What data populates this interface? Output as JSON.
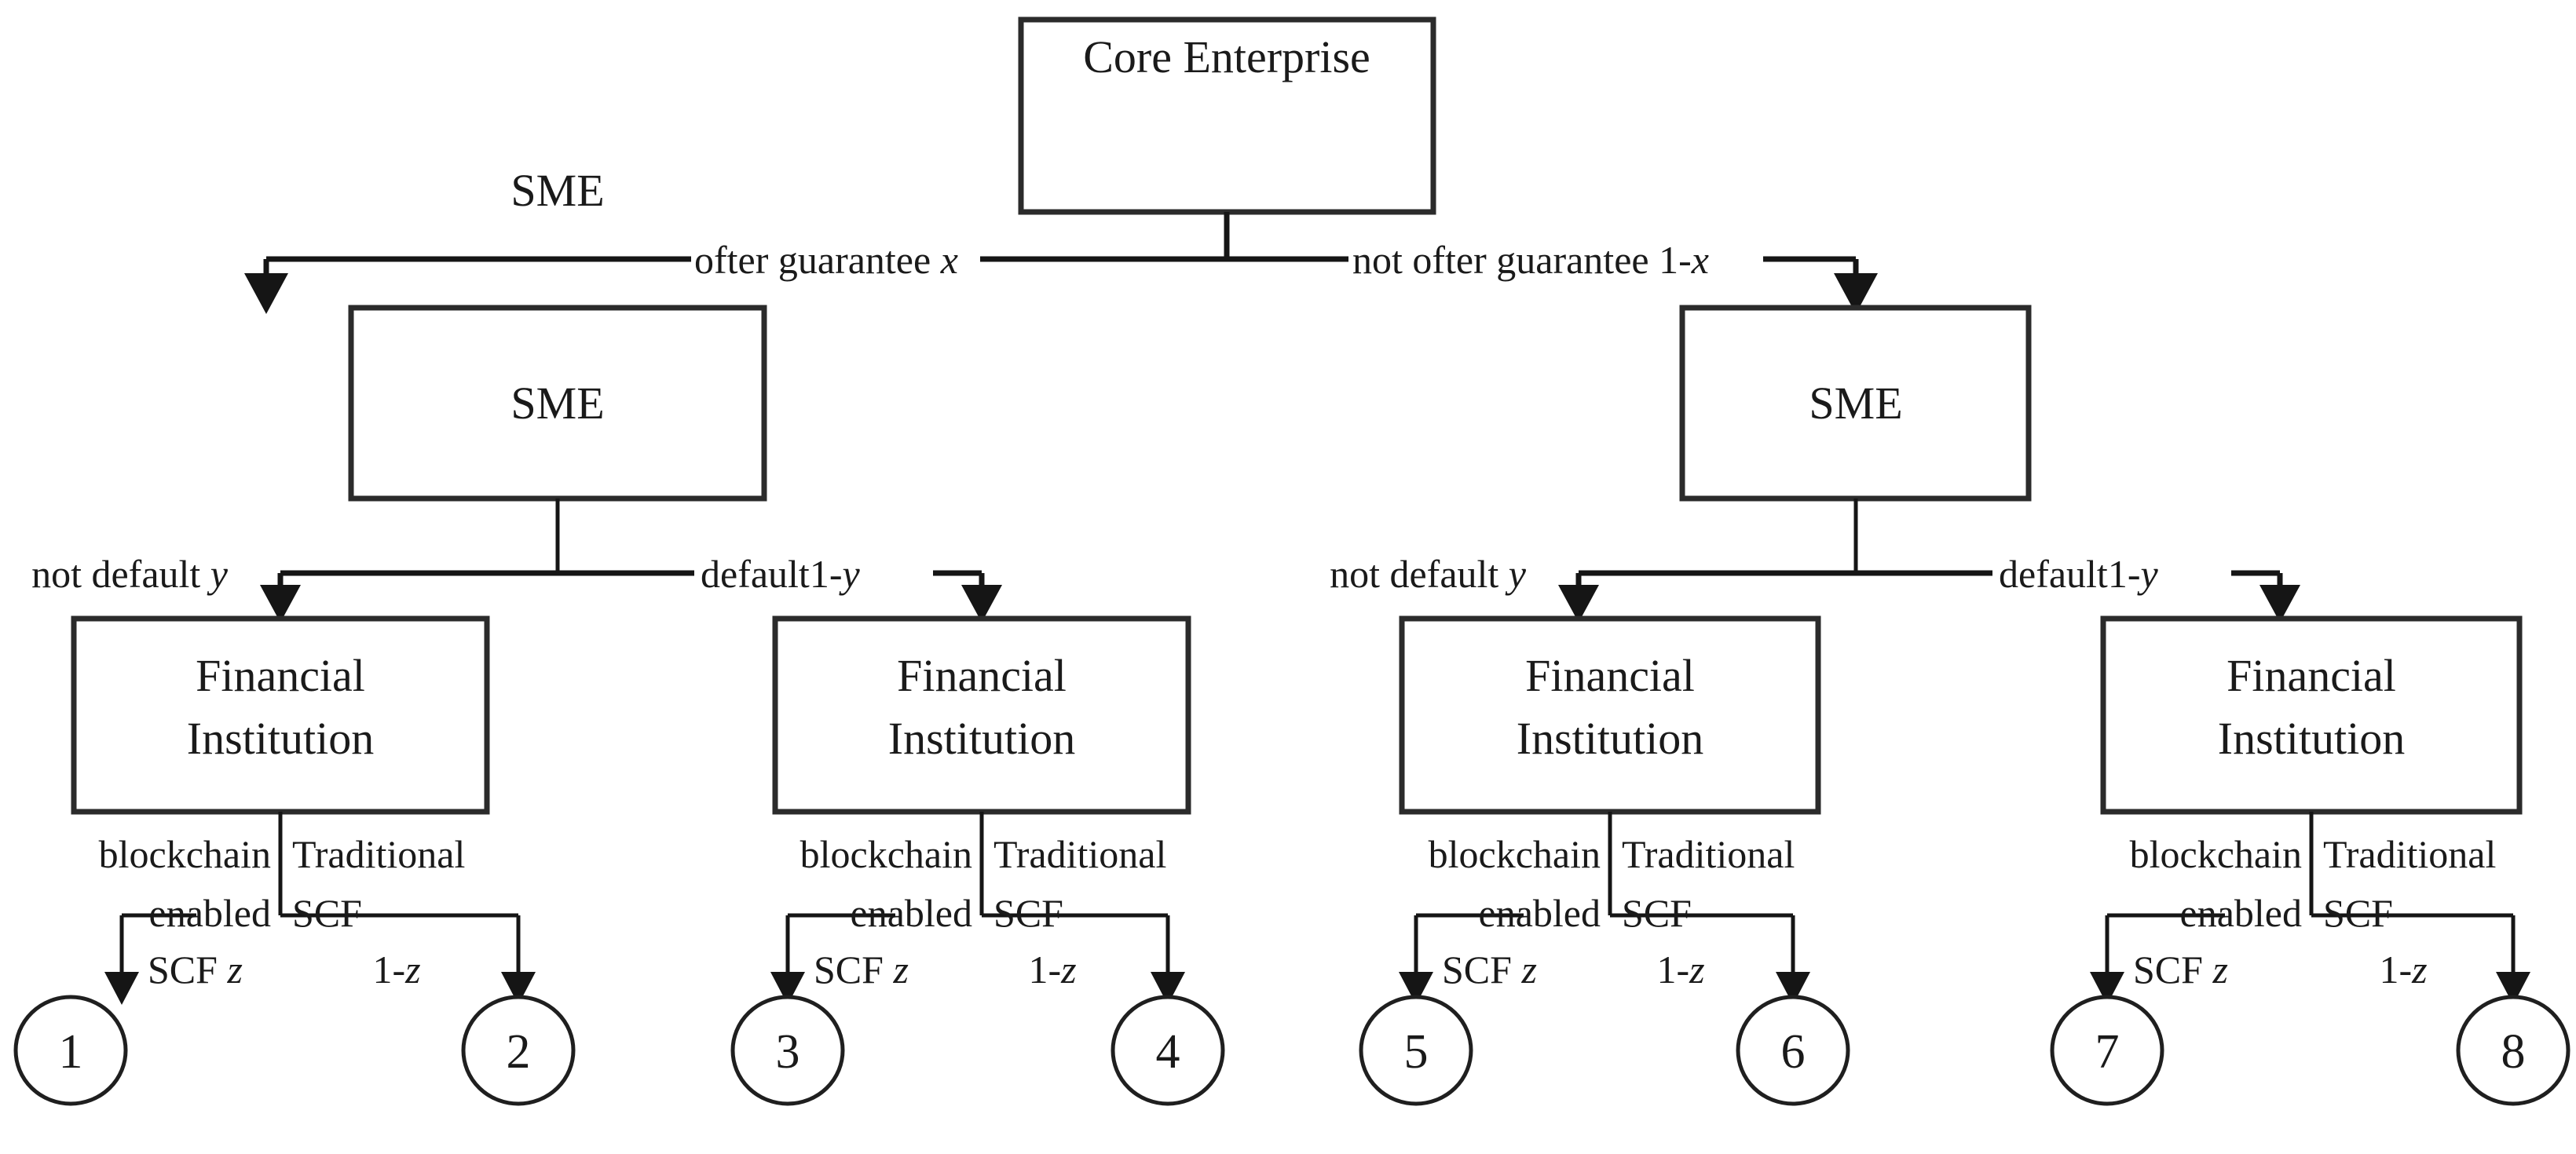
{
  "diagram": {
    "title": "Supply chain finance decision tree",
    "background_color": "#ffffff",
    "line_color": "#151515",
    "box_stroke_color": "#2b2b2b"
  },
  "nodes": {
    "root": {
      "label": "Core Enterprise"
    },
    "sme_left": {
      "label": "SME"
    },
    "sme_right": {
      "label": "SME"
    },
    "fi_1": {
      "line1": "Financial",
      "line2": "Institution"
    },
    "fi_2": {
      "line1": "Financial",
      "line2": "Institution"
    },
    "fi_3": {
      "line1": "Financial",
      "line2": "Institution"
    },
    "fi_4": {
      "line1": "Financial",
      "line2": "Institution"
    }
  },
  "edges": {
    "level1": {
      "left": {
        "text": "ofter guarantee ",
        "var": "x"
      },
      "right": {
        "text": "not ofter guarantee 1-",
        "var": "x"
      }
    },
    "level2_left": {
      "left": {
        "text": "not default ",
        "var": "y"
      },
      "right": {
        "text": "default1-",
        "var": "y"
      }
    },
    "level2_right": {
      "left": {
        "text": "not default ",
        "var": "y"
      },
      "right": {
        "text": "default1-",
        "var": "y"
      }
    },
    "level3": {
      "left": {
        "line1": "blockchain",
        "line2": "enabled",
        "line3": "SCF ",
        "var": "z"
      },
      "right": {
        "line1": "Traditional",
        "line2": "SCF",
        "line3": "1-",
        "var": "z"
      }
    }
  },
  "leaves": [
    {
      "label": "1"
    },
    {
      "label": "2"
    },
    {
      "label": "3"
    },
    {
      "label": "4"
    },
    {
      "label": "5"
    },
    {
      "label": "6"
    },
    {
      "label": "7"
    },
    {
      "label": "8"
    }
  ]
}
